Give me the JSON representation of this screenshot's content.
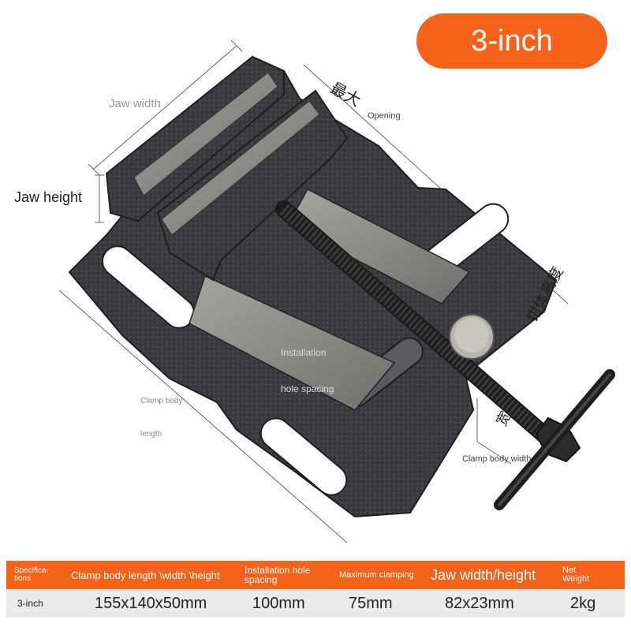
{
  "badge": {
    "label": "3-inch"
  },
  "annotations": {
    "jaw_width": "Jaw width",
    "jaw_height": "Jaw height",
    "max_opening_cn": "最大",
    "max_opening_en": "Opening",
    "body_height_cn": "钳体高度",
    "installation_1": "Installation",
    "installation_2": "hole spacing",
    "clamp_body_1": "Clamp body",
    "clamp_body_2": "length",
    "clamp_body_width": "Clamp body width",
    "width_cn": "宽"
  },
  "spec_table": {
    "headers": {
      "specifications": "Specifica-\ntions",
      "body_dims": "Clamp body length \\width \\height",
      "hole_spacing": "Installation hole\nspacing",
      "max_clamping": "Maximum clamping",
      "jaw_wh": "Jaw width/height",
      "net_weight": "Net\nWeight"
    },
    "row": {
      "specifications": "3-inch",
      "body_dims": "155x140x50mm",
      "hole_spacing": "100mm",
      "max_clamping": "75mm",
      "jaw_wh": "82x23mm",
      "net_weight": "2kg"
    }
  },
  "colors": {
    "accent": "#f5621a",
    "vise_body": "#3a3b3e",
    "steel": "#8f8f8c"
  }
}
